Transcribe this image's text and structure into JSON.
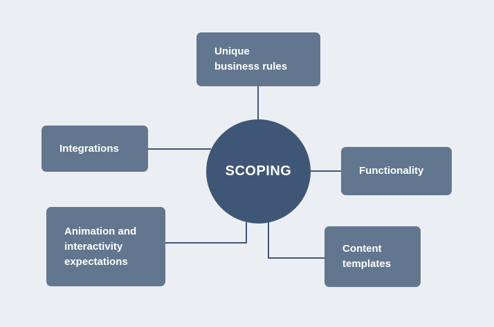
{
  "diagram": {
    "center": {
      "label": "SCOPING"
    },
    "nodes": [
      {
        "id": "unique-business-rules",
        "label": "Unique\nbusiness rules"
      },
      {
        "id": "integrations",
        "label": "Integrations"
      },
      {
        "id": "functionality",
        "label": "Functionality"
      },
      {
        "id": "animation-and-interactivity",
        "label": "Animation and\ninteractivity\nexpectations"
      },
      {
        "id": "content-templates",
        "label": "Content\ntemplates"
      }
    ],
    "edges": [
      {
        "from": "SCOPING",
        "to": "unique-business-rules"
      },
      {
        "from": "SCOPING",
        "to": "integrations"
      },
      {
        "from": "SCOPING",
        "to": "functionality"
      },
      {
        "from": "SCOPING",
        "to": "animation-and-interactivity"
      },
      {
        "from": "SCOPING",
        "to": "content-templates"
      }
    ],
    "colors": {
      "background": "#ebeef3",
      "node_fill": "#62768f",
      "center_fill": "#3f5676",
      "connector": "#3f5676",
      "text": "#ffffff"
    }
  }
}
